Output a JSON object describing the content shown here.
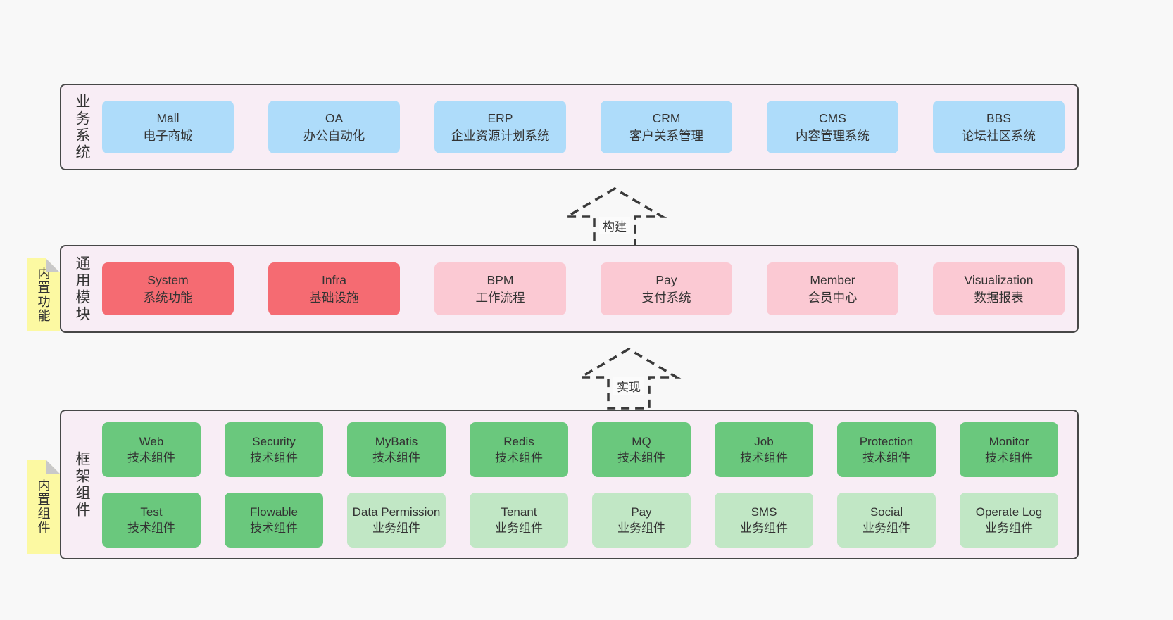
{
  "colors": {
    "page_bg": "#f8f8f8",
    "container_bg": "#f8edf5",
    "container_border": "#474747",
    "blue_box": "#aedcfa",
    "red_box": "#f56b72",
    "pink_box": "#fbc9d3",
    "green_box": "#6ac87d",
    "light_green_box": "#c1e7c5",
    "note_yellow": "#fcf9a2",
    "fold_gray": "#c9c9c9",
    "text": "#333333"
  },
  "layers": [
    {
      "label": "业务系统",
      "boxes": [
        {
          "name": "Mall",
          "desc": "电子商城"
        },
        {
          "name": "OA",
          "desc": "办公自动化"
        },
        {
          "name": "ERP",
          "desc": "企业资源计划系统"
        },
        {
          "name": "CRM",
          "desc": "客户关系管理"
        },
        {
          "name": "CMS",
          "desc": "内容管理系统"
        },
        {
          "name": "BBS",
          "desc": "论坛社区系统"
        }
      ]
    },
    {
      "label": "通用模块",
      "note": "内置功能",
      "boxes": [
        {
          "name": "System",
          "desc": "系统功能"
        },
        {
          "name": "Infra",
          "desc": "基础设施"
        },
        {
          "name": "BPM",
          "desc": "工作流程"
        },
        {
          "name": "Pay",
          "desc": "支付系统"
        },
        {
          "name": "Member",
          "desc": "会员中心"
        },
        {
          "name": "Visualization",
          "desc": "数据报表"
        }
      ]
    },
    {
      "label": "框架组件",
      "note": "内置组件",
      "rows": [
        [
          {
            "name": "Web",
            "desc": "技术组件"
          },
          {
            "name": "Security",
            "desc": "技术组件"
          },
          {
            "name": "MyBatis",
            "desc": "技术组件"
          },
          {
            "name": "Redis",
            "desc": "技术组件"
          },
          {
            "name": "MQ",
            "desc": "技术组件"
          },
          {
            "name": "Job",
            "desc": "技术组件"
          },
          {
            "name": "Protection",
            "desc": "技术组件"
          },
          {
            "name": "Monitor",
            "desc": "技术组件"
          }
        ],
        [
          {
            "name": "Test",
            "desc": "技术组件"
          },
          {
            "name": "Flowable",
            "desc": "技术组件"
          },
          {
            "name": "Data Permission",
            "desc": "业务组件"
          },
          {
            "name": "Tenant",
            "desc": "业务组件"
          },
          {
            "name": "Pay",
            "desc": "业务组件"
          },
          {
            "name": "SMS",
            "desc": "业务组件"
          },
          {
            "name": "Social",
            "desc": "业务组件"
          },
          {
            "name": "Operate Log",
            "desc": "业务组件"
          }
        ]
      ]
    }
  ],
  "arrows": [
    {
      "label": "构建"
    },
    {
      "label": "实现"
    }
  ]
}
